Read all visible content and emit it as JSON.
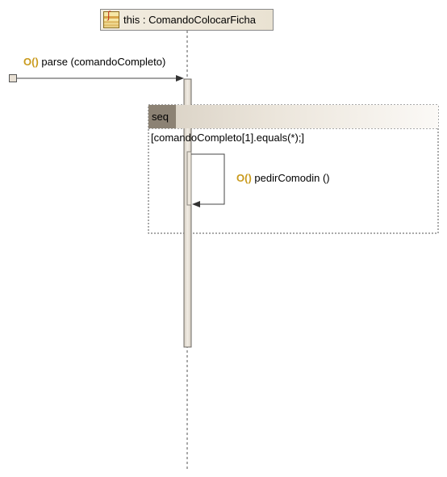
{
  "diagram": {
    "lifeline": {
      "label": "this : ComandoColocarFicha",
      "icon": "java-class-icon"
    },
    "messages": [
      {
        "visibility_glyph": "O()",
        "text": "parse (comandoCompleto)",
        "kind": "found-message"
      },
      {
        "visibility_glyph": "O()",
        "text": "pedirComodin ()",
        "kind": "self-message"
      }
    ],
    "fragment": {
      "operator": "seq",
      "guard": "[comandoCompleto[1].equals(*);]"
    }
  },
  "colors": {
    "visibility": "#c99a1c",
    "activation_fill": "#ece6dc",
    "fragment_op": "#8c8274",
    "line": "#4a4a4a"
  }
}
